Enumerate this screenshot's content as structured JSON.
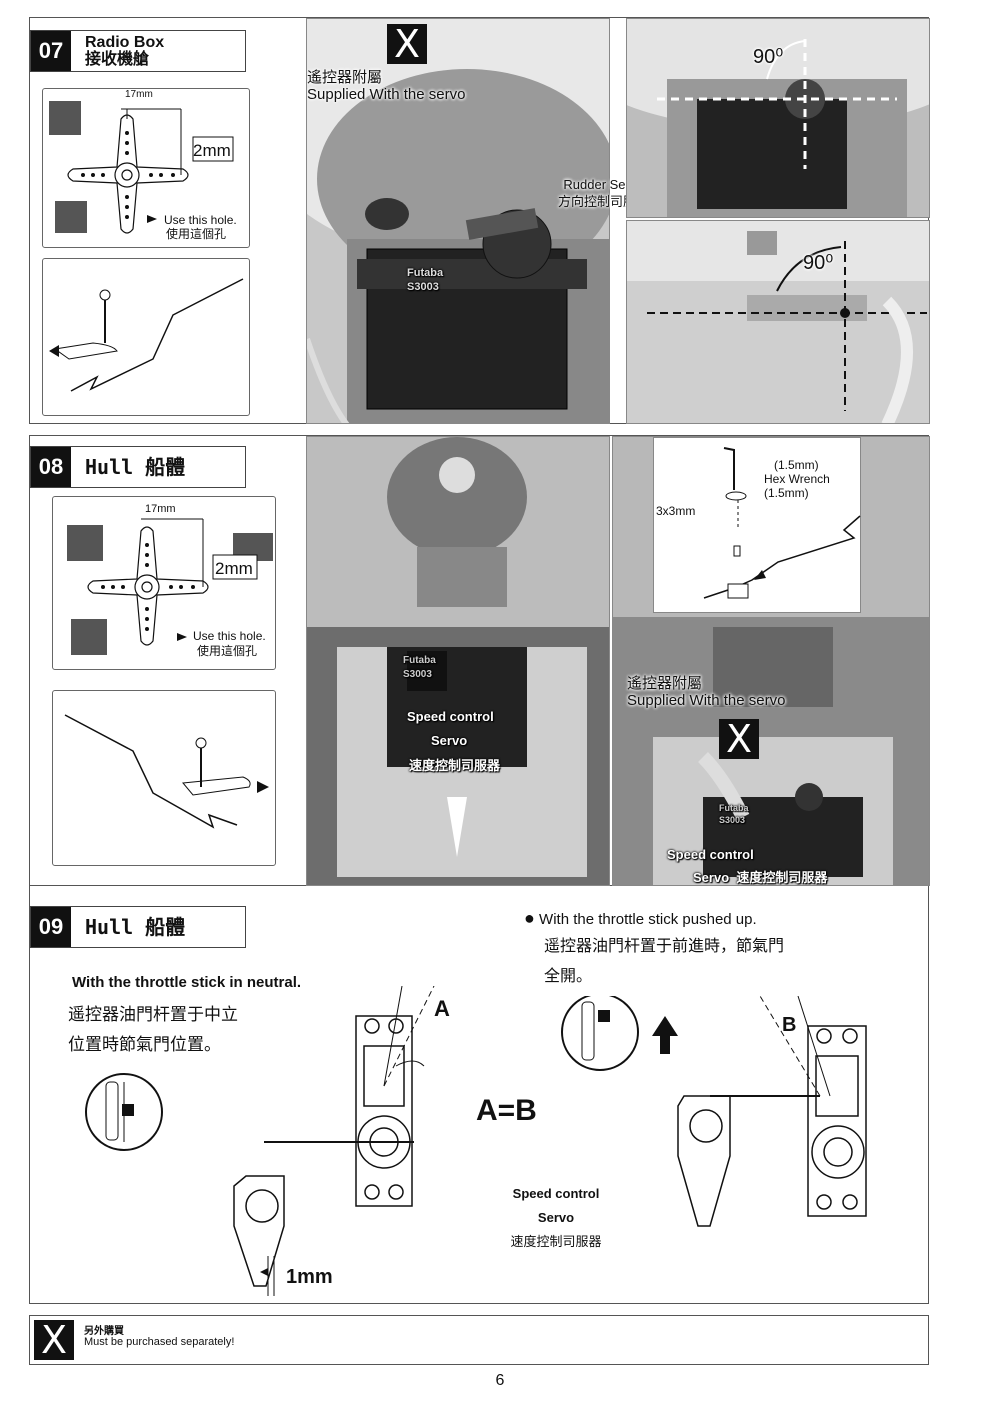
{
  "step07": {
    "number": "07",
    "title_en": "Radio Box",
    "title_zh": "接收機艙",
    "horn_dimension": "17mm",
    "offset_dimension": "2mm",
    "hole_note_en": "Use this hole.",
    "hole_note_zh": "使用這個孔",
    "supplied_zh": "遙控器附屬",
    "supplied_en": "Supplied With the servo",
    "servo_brand": "Futaba",
    "servo_model": "S3003",
    "rudder_servo_en": "Rudder Servo",
    "rudder_servo_zh": "方向控制司服器",
    "angle_label": "90⁰"
  },
  "step08": {
    "number": "08",
    "title_en": "Hull",
    "title_zh": "船體",
    "horn_dimension": "17mm",
    "offset_dimension": "2mm",
    "hole_note_en": "Use this hole.",
    "hole_note_zh": "使用這個孔",
    "wrench_size": "(1.5mm)",
    "wrench_label": "Hex Wrench",
    "wrench_size2": "(1.5mm)",
    "screw_size": "3x3mm",
    "speed_control_en": "Speed control",
    "servo_en": "Servo",
    "speed_servo_zh": "速度控制司服器",
    "supplied_zh": "遙控器附屬",
    "supplied_en": "Supplied With the servo",
    "servo_brand": "Futaba",
    "servo_model": "S3003",
    "speed_control_en2": "Speed control",
    "servo_en2": "Servo",
    "speed_servo_zh2": "速度控制司服器"
  },
  "step09": {
    "number": "09",
    "title_en": "Hull",
    "title_zh": "船體",
    "neutral_en": "With the throttle stick in neutral.",
    "neutral_zh_1": "遥控器油門杆置于中立",
    "neutral_zh_2": "位置時節氣門位置。",
    "pushed_en": "With the throttle stick pushed up.",
    "pushed_zh_1": "遥控器油門杆置于前進時，節氣門",
    "pushed_zh_2": "全開。",
    "label_a": "A",
    "label_b": "B",
    "equation": "A=B",
    "gap_dimension": "1mm",
    "speed_control_en": "Speed control",
    "servo_en": "Servo",
    "speed_servo_zh": "速度控制司服器"
  },
  "footer": {
    "x_symbol": "X",
    "note_zh": "另外購買",
    "note_en": "Must be purchased separately!"
  },
  "page_number": "6"
}
